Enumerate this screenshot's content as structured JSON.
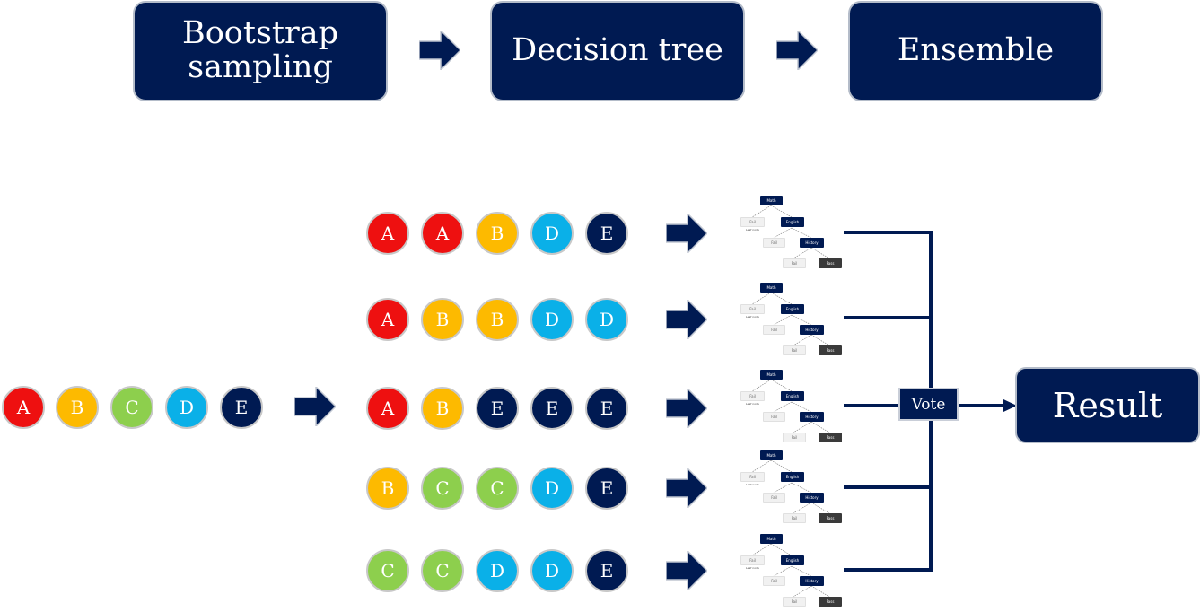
{
  "stages": [
    {
      "label_line1": "Bootstrap",
      "label_line2": "sampling"
    },
    {
      "label_line1": "Decision tree",
      "label_line2": ""
    },
    {
      "label_line1": "Ensemble",
      "label_line2": ""
    }
  ],
  "original_dataset": [
    "A",
    "B",
    "C",
    "D",
    "E"
  ],
  "bootstrap_samples": [
    [
      "A",
      "A",
      "B",
      "D",
      "E"
    ],
    [
      "A",
      "B",
      "B",
      "D",
      "D"
    ],
    [
      "A",
      "B",
      "E",
      "E",
      "E"
    ],
    [
      "B",
      "C",
      "C",
      "D",
      "E"
    ],
    [
      "C",
      "C",
      "D",
      "D",
      "E"
    ]
  ],
  "tree": {
    "root": "Math",
    "left_leaf": "Fail",
    "leaf_note": "Leaf node",
    "mid_node": "English",
    "mid_leaf": "Fail",
    "low_node": "History",
    "low_leaf_fail": "Fail",
    "low_leaf_pass": "Pass"
  },
  "vote_label": "Vote",
  "result_label": "Result",
  "colors": {
    "A": "#ee1010",
    "B": "#fdba00",
    "C": "#8dcf4d",
    "D": "#0ab0e8",
    "E": "#001a52",
    "navy": "#001a52"
  },
  "icons": {
    "flow_arrow": "right-arrow-icon"
  }
}
